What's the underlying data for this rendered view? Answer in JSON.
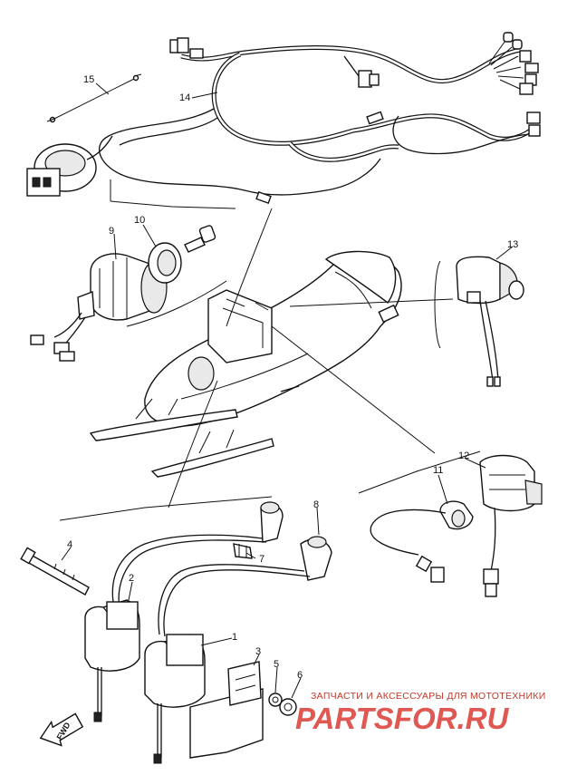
{
  "diagram": {
    "callouts": [
      {
        "id": "c1",
        "label": "1"
      },
      {
        "id": "c2",
        "label": "2"
      },
      {
        "id": "c3",
        "label": "3"
      },
      {
        "id": "c4",
        "label": "4"
      },
      {
        "id": "c5",
        "label": "5"
      },
      {
        "id": "c6",
        "label": "6"
      },
      {
        "id": "c7",
        "label": "7"
      },
      {
        "id": "c8",
        "label": "8"
      },
      {
        "id": "c9",
        "label": "9"
      },
      {
        "id": "c10",
        "label": "10"
      },
      {
        "id": "c11",
        "label": "11"
      },
      {
        "id": "c12",
        "label": "12"
      },
      {
        "id": "c13",
        "label": "13"
      },
      {
        "id": "c14",
        "label": "14"
      },
      {
        "id": "c15",
        "label": "15"
      }
    ],
    "direction_label": "FWD"
  },
  "watermark": {
    "tagline": "ЗАПЧАСТИ И АКСЕССУАРЫ ДЛЯ МОТОТЕХНИКИ",
    "logo": "PARTSFOR.RU",
    "color": "#d9342b"
  }
}
